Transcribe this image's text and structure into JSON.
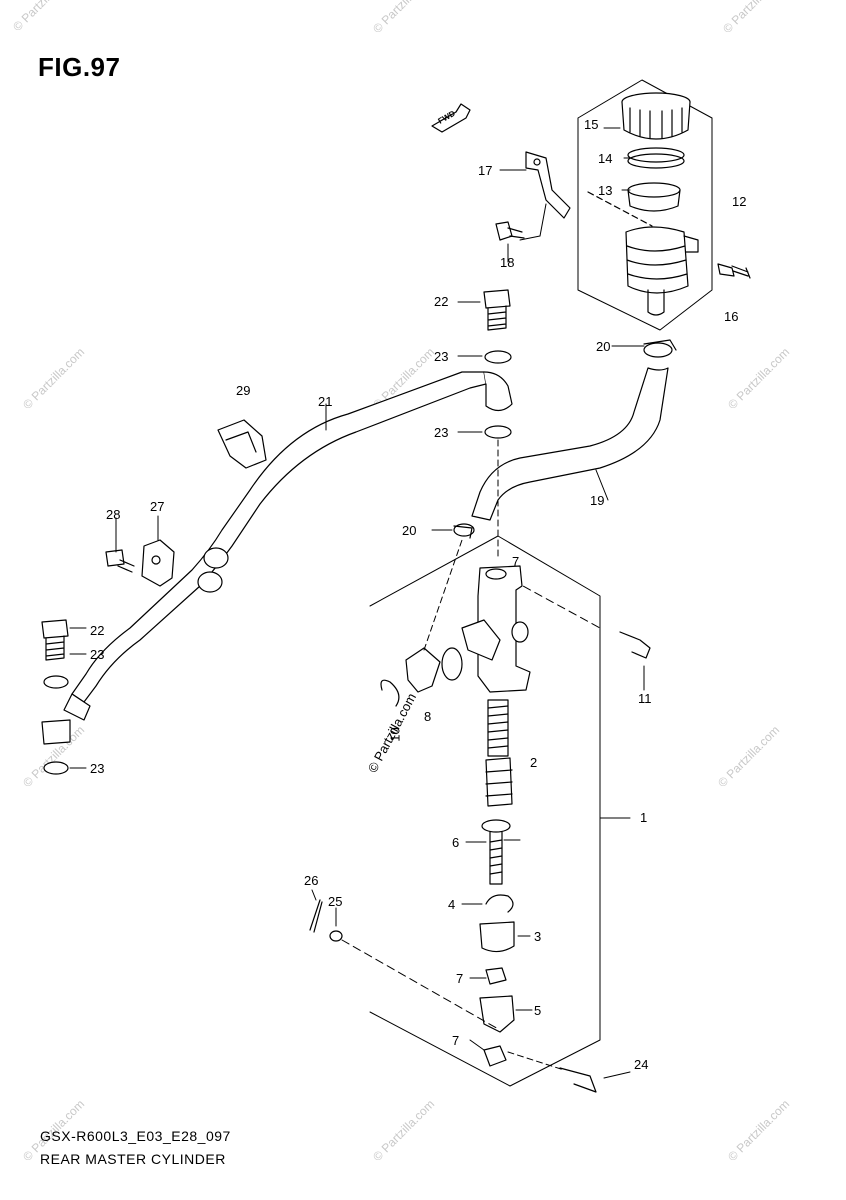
{
  "figure": {
    "title": "FIG.97",
    "code": "GSX-R600L3_E03_E28_097",
    "name": "REAR MASTER CYLINDER",
    "fwd_label": "FWD",
    "watermark": "© Partzilla.com"
  },
  "callouts": {
    "c1": "1",
    "c2": "2",
    "c3": "3",
    "c4": "4",
    "c5": "5",
    "c6": "6",
    "c7a": "7",
    "c7b": "7",
    "c7c": "7",
    "c8": "8",
    "c10": "10",
    "c11": "11",
    "c12": "12",
    "c13": "13",
    "c14": "14",
    "c15": "15",
    "c16": "16",
    "c17": "17",
    "c18": "18",
    "c19": "19",
    "c20a": "20",
    "c20b": "20",
    "c21": "21",
    "c22a": "22",
    "c22b": "22",
    "c23a": "23",
    "c23b": "23",
    "c23c": "23",
    "c23d": "23",
    "c24": "24",
    "c25": "25",
    "c26": "26",
    "c27": "27",
    "c28": "28",
    "c29": "29"
  },
  "colors": {
    "line": "#000000",
    "watermark": "#c8c8c8"
  }
}
